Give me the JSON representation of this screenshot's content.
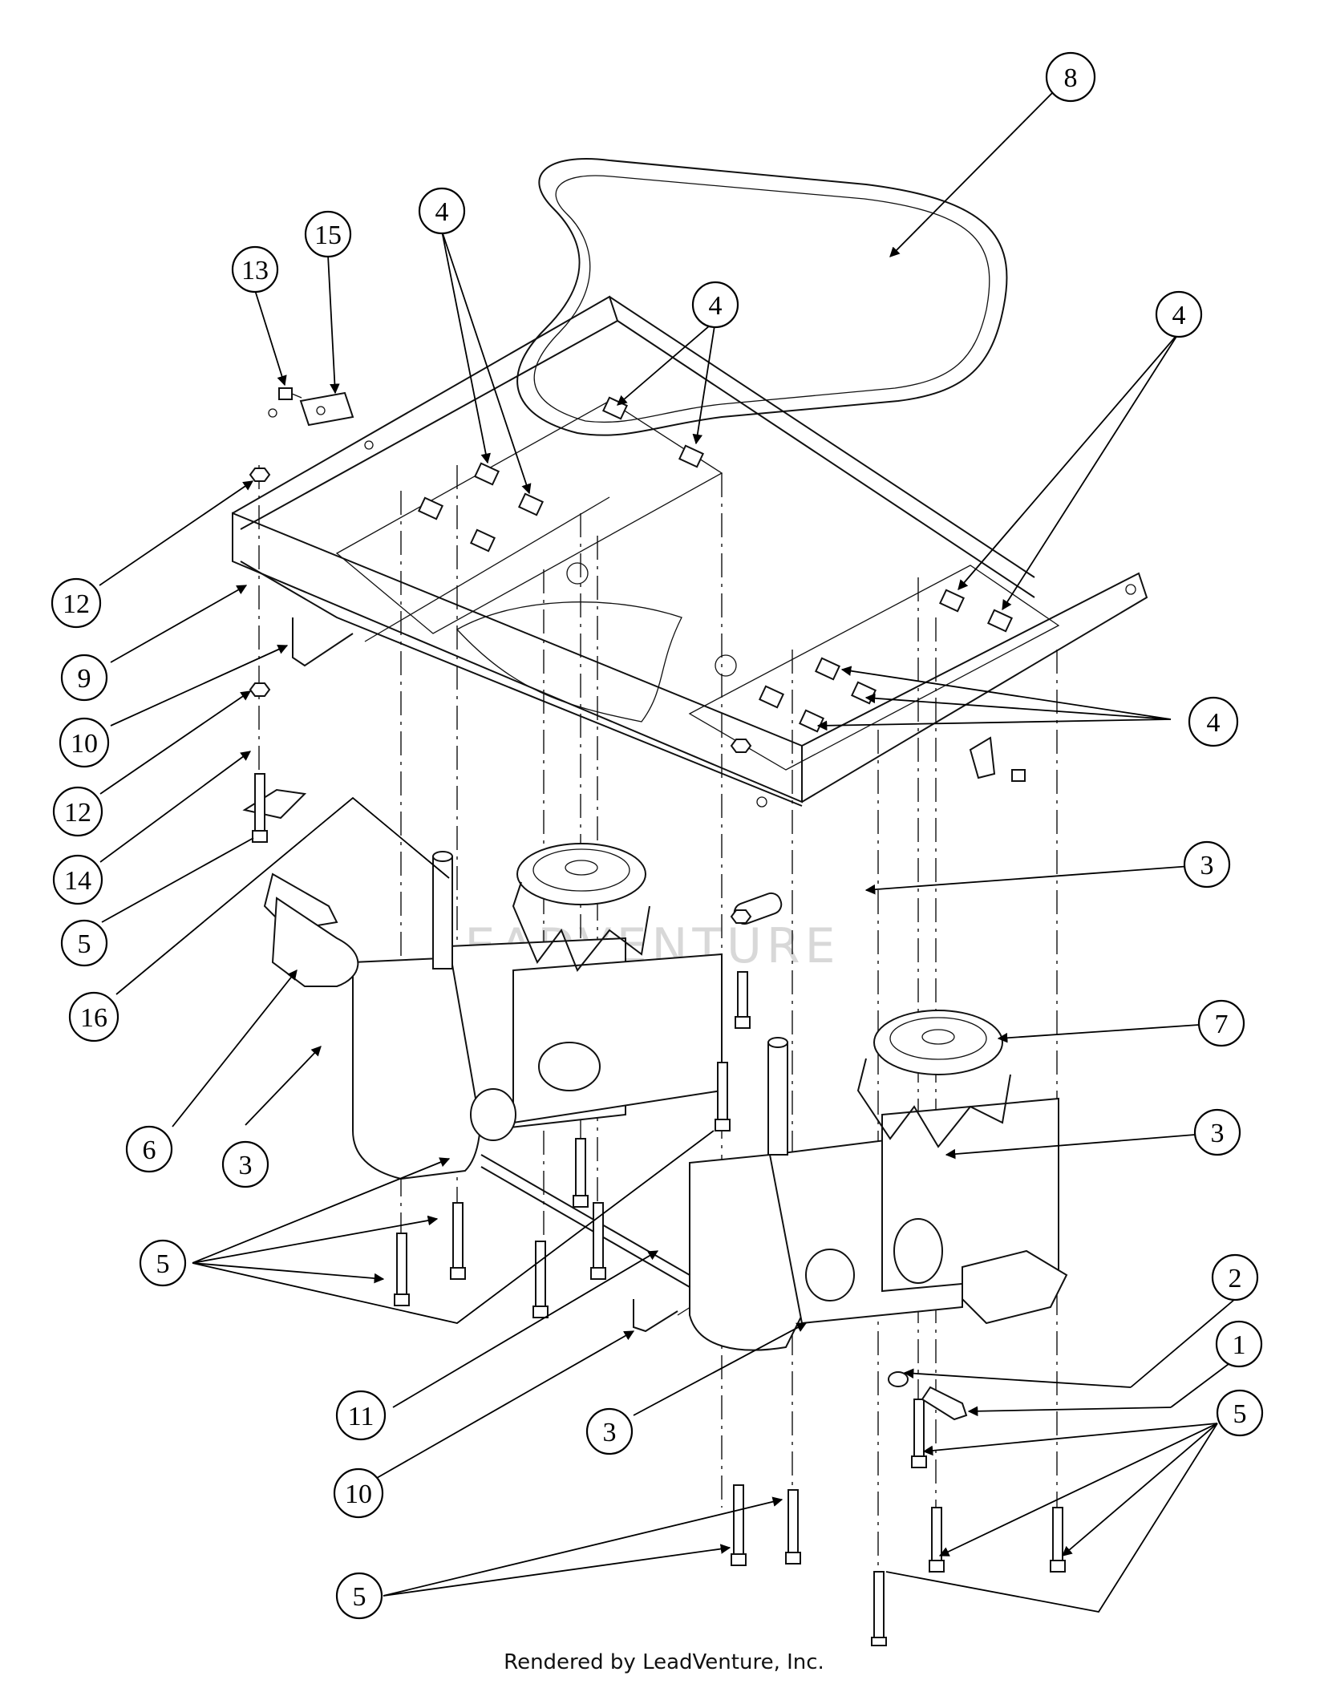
{
  "diagram": {
    "watermark": "LEADVENTURE",
    "footer": "Rendered by LeadVenture, Inc.",
    "callouts": [
      {
        "label": "8"
      },
      {
        "label": "15"
      },
      {
        "label": "13"
      },
      {
        "label": "4"
      },
      {
        "label": "4"
      },
      {
        "label": "4"
      },
      {
        "label": "12"
      },
      {
        "label": "9"
      },
      {
        "label": "10"
      },
      {
        "label": "12"
      },
      {
        "label": "14"
      },
      {
        "label": "5"
      },
      {
        "label": "16"
      },
      {
        "label": "4"
      },
      {
        "label": "3"
      },
      {
        "label": "7"
      },
      {
        "label": "6"
      },
      {
        "label": "3"
      },
      {
        "label": "3"
      },
      {
        "label": "5"
      },
      {
        "label": "2"
      },
      {
        "label": "1"
      },
      {
        "label": "11"
      },
      {
        "label": "3"
      },
      {
        "label": "10"
      },
      {
        "label": "5"
      },
      {
        "label": "5"
      }
    ]
  }
}
